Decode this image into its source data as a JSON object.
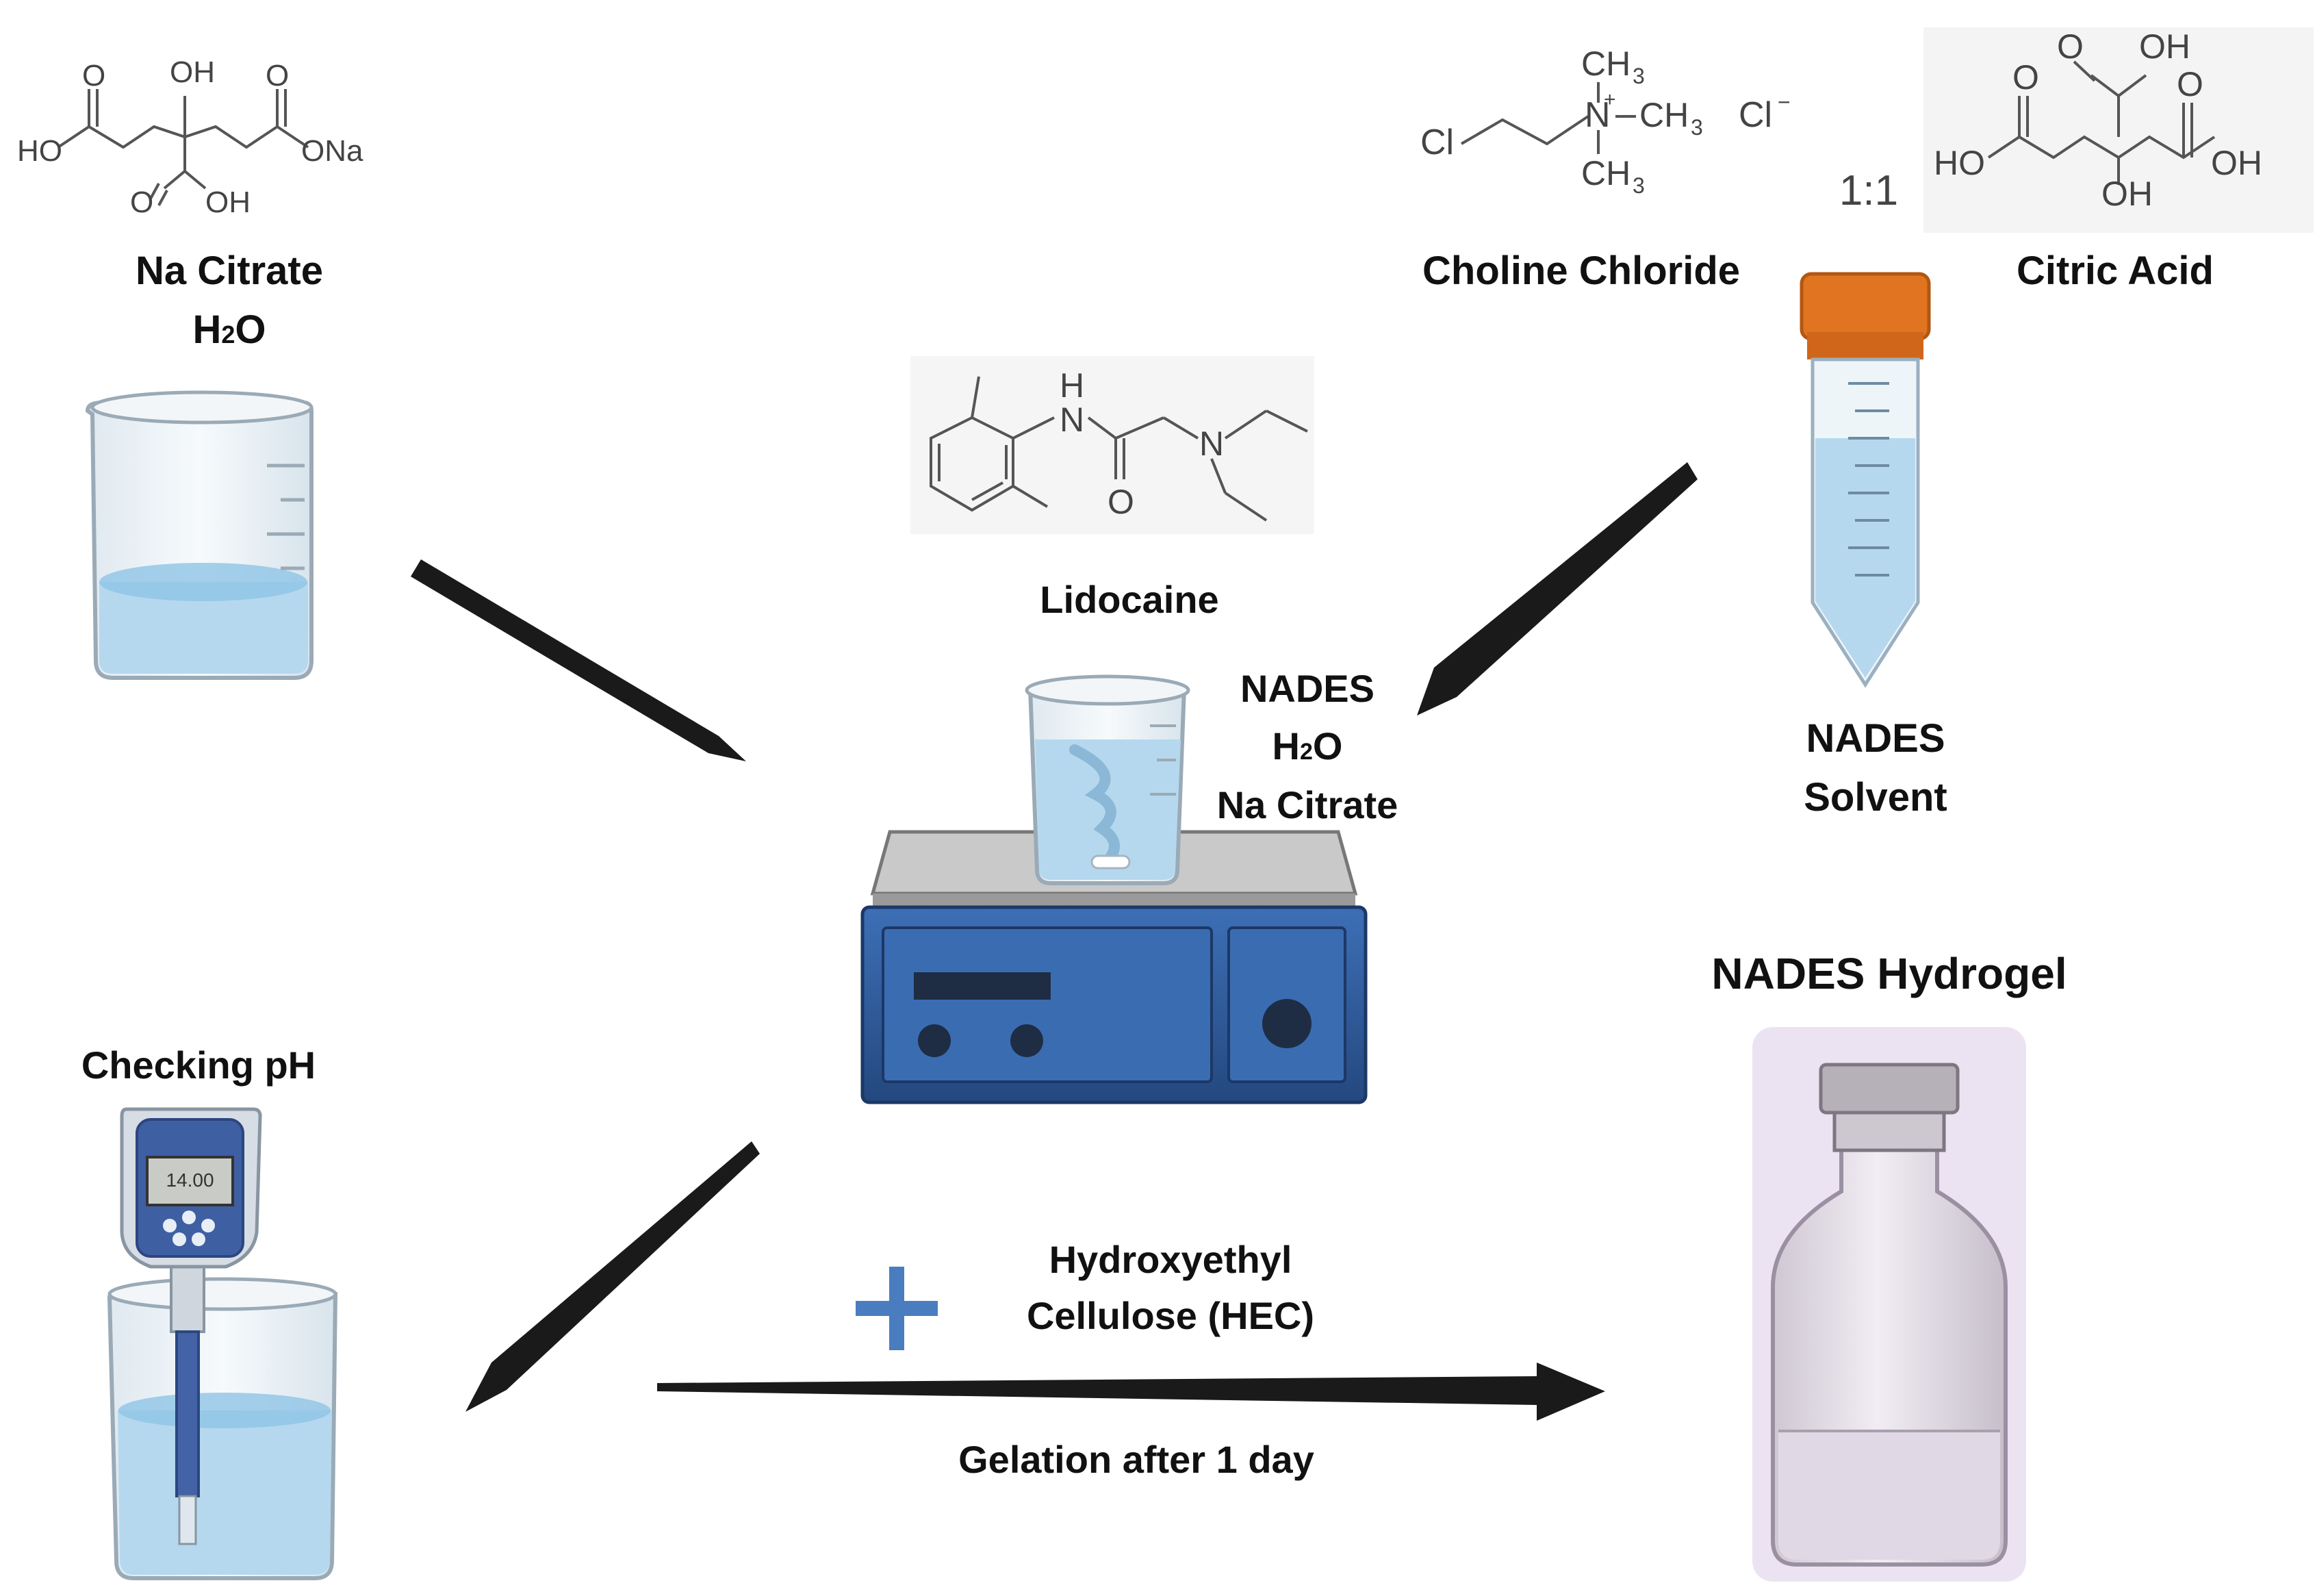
{
  "na_citrate": {
    "name": "Na Citrate",
    "water_base": "H",
    "water_sub": "2",
    "water_tail": "O"
  },
  "choline_chloride": {
    "name": "Choline Chloride"
  },
  "citric_acid": {
    "name": "Citric Acid"
  },
  "ratio": "1:1",
  "lidocaine": {
    "name": "Lidocaine"
  },
  "nades_solvent": {
    "line1": "NADES",
    "line2": "Solvent"
  },
  "mixture": {
    "line1": "NADES",
    "water_base": "H",
    "water_sub": "2",
    "water_tail": "O",
    "line3": "Na Citrate"
  },
  "checking_ph": {
    "label": "Checking pH"
  },
  "ph_meter": {
    "display": "14.00"
  },
  "hec": {
    "plus": "+",
    "line1": "Hydroxyethyl",
    "line2": "Cellulose (HEC)"
  },
  "gelation": {
    "label": "Gelation after 1 day"
  },
  "hydrogel": {
    "label": "NADES Hydrogel"
  },
  "structures": {
    "citrate_labels": [
      "O",
      "OH",
      "O",
      "HO",
      "ONa",
      "O",
      "OH"
    ],
    "choline_labels": [
      "CH",
      "3",
      "N",
      "+",
      "CH",
      "3",
      "Cl",
      "CH",
      "3",
      "Cl",
      "−"
    ],
    "citric_labels": [
      "O",
      "OH",
      "O",
      "O",
      "HO",
      "OH",
      "OH"
    ],
    "lidocaine_labels": [
      "H",
      "N",
      "N",
      "O"
    ]
  },
  "colors": {
    "liquid": "#b5d8ee",
    "liquid_top": "#8fc4e6",
    "arrow": "#1a1a1a",
    "hotplate": "#2f5b9c",
    "cap": "#e07420",
    "plus": "#4a7dbf",
    "vial_bg": "#ece3f2"
  }
}
